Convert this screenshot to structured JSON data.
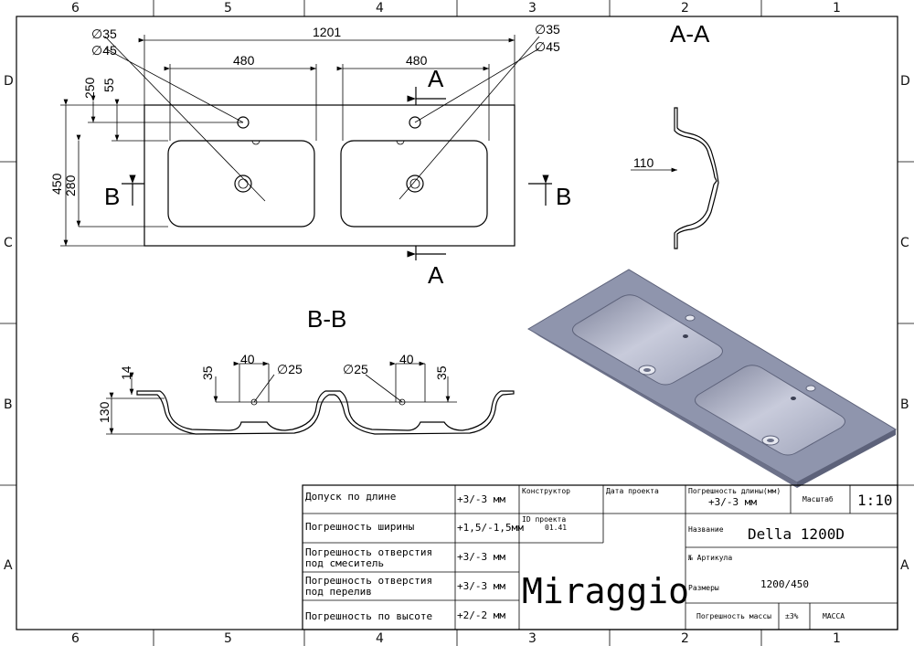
{
  "frame": {
    "columns": [
      "6",
      "5",
      "4",
      "3",
      "2",
      "1"
    ],
    "rows": [
      "D",
      "C",
      "B",
      "A"
    ]
  },
  "views": {
    "section_aa": "A-A",
    "section_bb": "B-B",
    "cut_a": "A",
    "cut_b": "B"
  },
  "dimensions": {
    "total_width": "1201",
    "bowl_width_1": "480",
    "bowl_width_2": "480",
    "d35": "35",
    "d45": "45",
    "d25": "25",
    "d250": "250",
    "d55": "55",
    "d450": "450",
    "d280": "280",
    "d110": "110",
    "d14": "14",
    "d130": "130",
    "d35b": "35",
    "d40": "40"
  },
  "title_block": {
    "rows": [
      {
        "label": "Допуск по длине",
        "value": "+3/-3 мм"
      },
      {
        "label": "Погрешность ширины",
        "value": "+1,5/-1,5мм"
      },
      {
        "label": "Погрешность отверстия под смеситель",
        "value": "+3/-3 мм"
      },
      {
        "label": "Погрешность отверстия под перелив",
        "value": "+3/-3 мм"
      },
      {
        "label": "Погрешность по высоте",
        "value": "+2/-2 мм"
      }
    ],
    "constructor_label": "Конструктор",
    "date_label": "Дата проекта",
    "project_id_label": "ID проекта",
    "project_id": "01.41",
    "length_tol_label": "Погрешность длины(мм)",
    "length_tol": "+3/-3 мм",
    "scale_label": "Масштаб",
    "scale": "1:10",
    "name_label": "Название",
    "name": "Della 1200D",
    "article_label": "№ Артикула",
    "size_label": "Размеры",
    "size": "1200/450",
    "mass_tol_label": "Погрешность массы",
    "mass_tol": "±3%",
    "mass_label": "МАССА",
    "brand": "Miraggio"
  },
  "colors": {
    "sink_top": "#8f95ad",
    "sink_bowl": "#b9bdd0",
    "sink_edge": "#5d627a"
  }
}
